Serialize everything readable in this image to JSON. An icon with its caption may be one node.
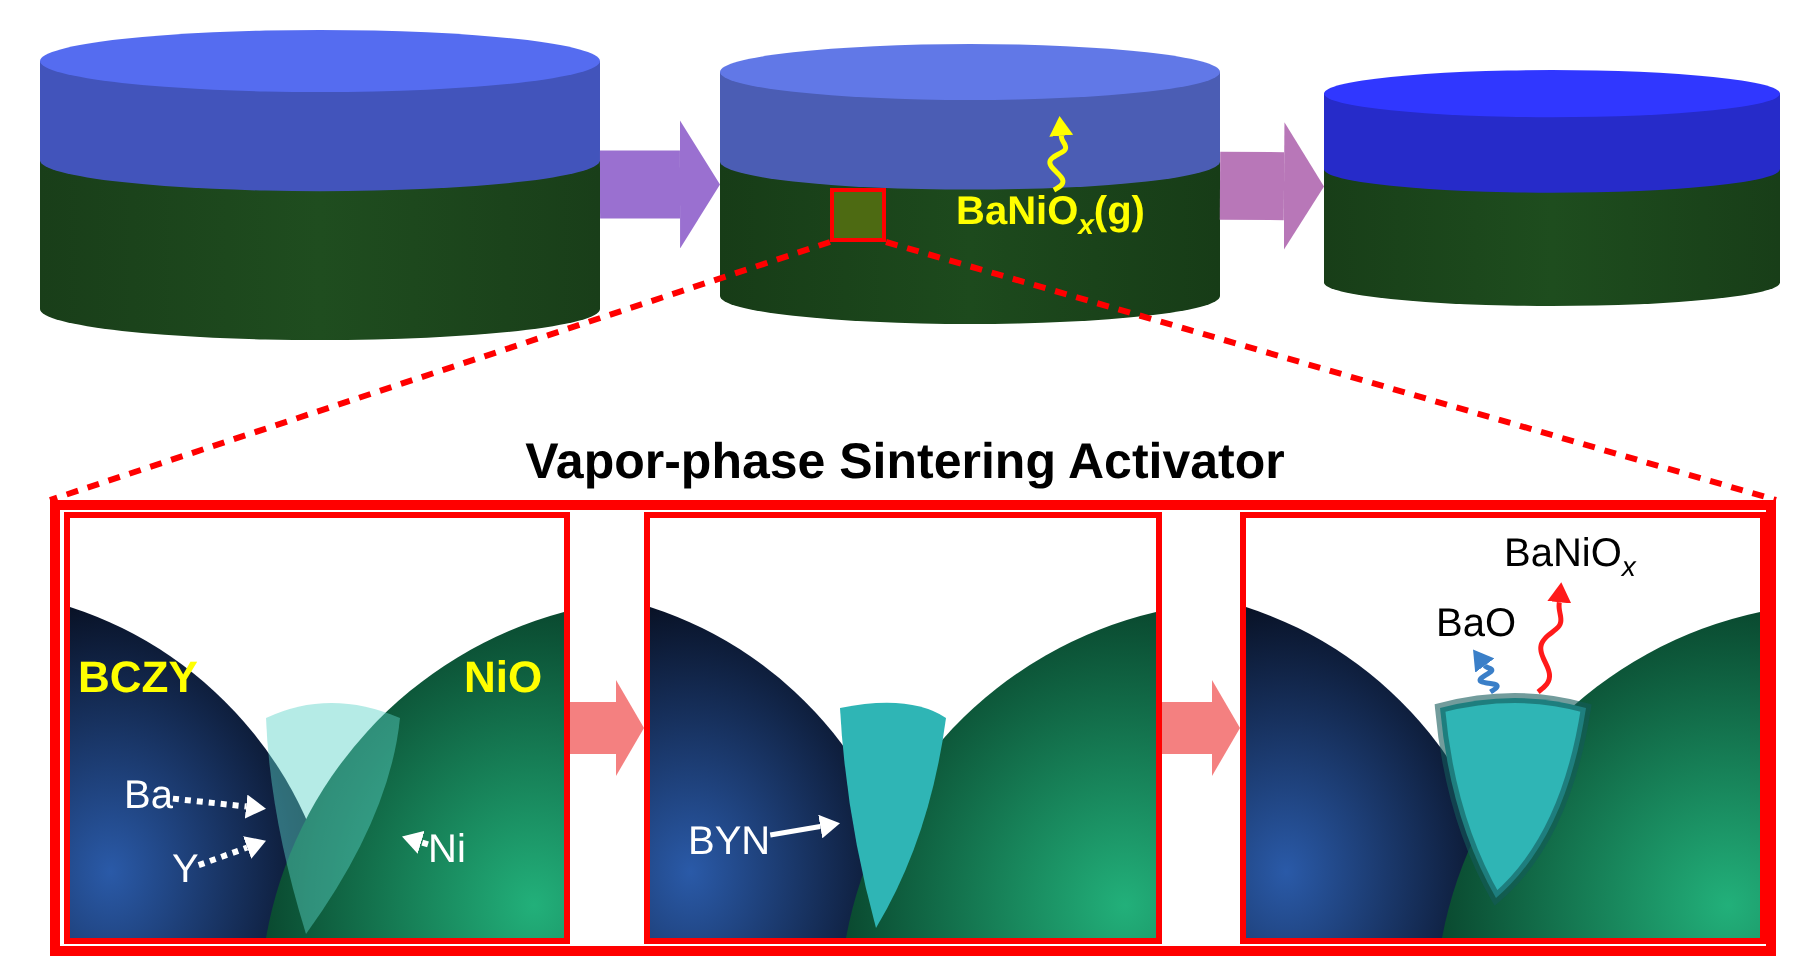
{
  "diagram": {
    "title": "Vapor-phase Sintering Activator",
    "nodes": [
      {
        "text": [],
        "shape": "cylinder"
      },
      {
        "text": [],
        "shape": "cylinder"
      },
      {
        "text": [],
        "shape": "box",
        "in": 1
      },
      {
        "text": [
          "BaNiO$_{x}$(g)"
        ],
        "in": 1
      },
      {
        "text": [],
        "shape": "cylinder"
      },
      {
        "text": [],
        "shape": "box"
      },
      {
        "text": [
          "BCZY",
          "NiO"
        ],
        "in": 5
      },
      {
        "text": [],
        "shape": "picture",
        "in": 6
      },
      {
        "text": [
          "Ba"
        ],
        "in": 6
      },
      {
        "text": [
          "Y"
        ],
        "in": 6
      },
      {
        "text": [
          "Ni"
        ],
        "in": 6
      },
      {
        "text": [],
        "shape": "box",
        "in": 5
      },
      {
        "text": [],
        "shape": "picture",
        "in": 11
      },
      {
        "text": [
          "BYN"
        ],
        "in": 11
      },
      {
        "text": [],
        "shape": "box",
        "in": 5
      },
      {
        "text": [],
        "shape": "picture",
        "in": 14
      },
      {
        "text": [
          "BaO"
        ],
        "in": 14
      },
      {
        "text": [
          "BaNiO$_{x}$"
        ],
        "in": 14
      }
    ],
    "edges": [
      {
        "from": 0,
        "to": 1,
        "arrow": "to",
        "style": "thick",
        "color": "#9a70d0"
      },
      {
        "from": 1,
        "to": 4,
        "arrow": "to",
        "style": "thick",
        "color": "#b877b8"
      },
      {
        "from": 2,
        "to": 5,
        "arrow": "none",
        "style": "dashed",
        "color": "#ff0000"
      },
      {
        "from": 2,
        "to": 5,
        "arrow": "none",
        "style": "dashed",
        "color": "#ff0000"
      },
      {
        "from": 3,
        "to": null,
        "arrow": "to",
        "color": "#ffff00"
      },
      {
        "from": 6,
        "to": 11,
        "arrow": "to",
        "style": "thick",
        "color": "#f48080"
      },
      {
        "from": 11,
        "to": 14,
        "arrow": "to",
        "style": "thick",
        "color": "#f48080"
      },
      {
        "from": 8,
        "to": 7,
        "arrow": "to",
        "style": "dashed",
        "color": "#ffffff"
      },
      {
        "from": 9,
        "to": 7,
        "arrow": "to",
        "style": "dashed",
        "color": "#ffffff"
      },
      {
        "from": 10,
        "to": 7,
        "arrow": "to",
        "style": "dashed",
        "color": "#ffffff"
      },
      {
        "from": 13,
        "to": 12,
        "arrow": "to",
        "color": "#ffffff"
      },
      {
        "from": 15,
        "to": 16,
        "arrow": "to",
        "color": "#3a7fc8"
      },
      {
        "from": 15,
        "to": 17,
        "arrow": "to",
        "color": "#ff1a1a"
      }
    ]
  }
}
